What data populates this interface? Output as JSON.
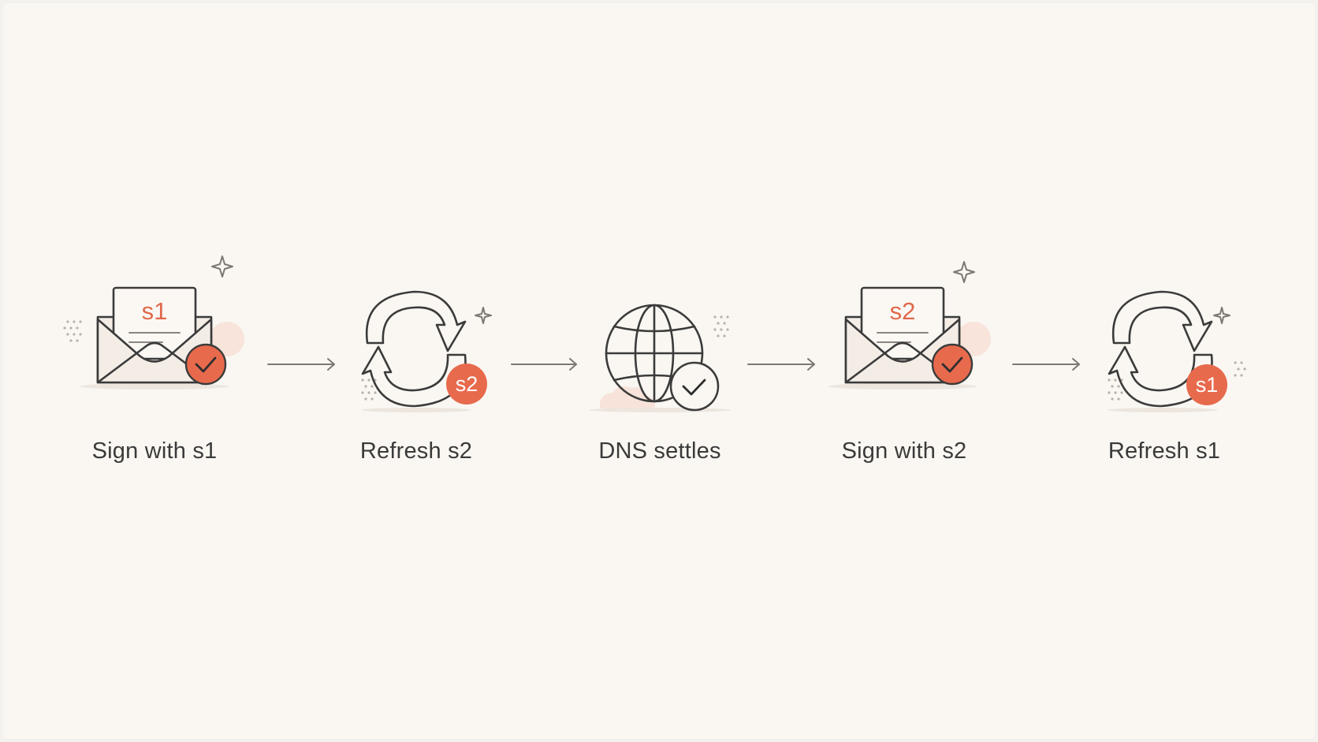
{
  "colors": {
    "accent": "#e86a4d",
    "stroke": "#3b3b3b",
    "background": "#faf7f2"
  },
  "steps": [
    {
      "label": "Sign with s1",
      "icon": "envelope-letter-icon",
      "key": "s1"
    },
    {
      "label": "Refresh s2",
      "icon": "refresh-icon",
      "key": "s2"
    },
    {
      "label": "DNS settles",
      "icon": "globe-check-icon"
    },
    {
      "label": "Sign with s2",
      "icon": "envelope-letter-icon",
      "key": "s2"
    },
    {
      "label": "Refresh s1",
      "icon": "refresh-icon",
      "key": "s1"
    }
  ]
}
